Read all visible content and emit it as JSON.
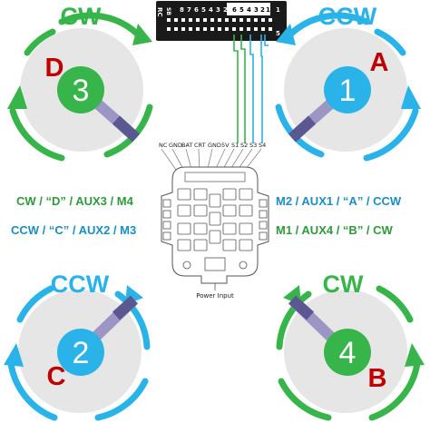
{
  "colors": {
    "green": "#38b54a",
    "green_dark": "#2e9b3a",
    "blue": "#29b3e8",
    "blue_dark": "#1b8ec2",
    "red_letter": "#c00000",
    "prop_arm": "#5b5790",
    "disc": "#e6e6e6"
  },
  "rc_header": {
    "label": "RC",
    "sb_label": "SB",
    "top_pins": [
      "8",
      "7",
      "6",
      "5",
      "4",
      "3",
      "2",
      "1"
    ],
    "highlighted_pins": [
      "6",
      "5",
      "4",
      "3",
      "2",
      "1"
    ],
    "side_marks": [
      "1",
      "5"
    ]
  },
  "motors": [
    {
      "number": "3",
      "letter": "D",
      "rotation": "CW",
      "color": "green"
    },
    {
      "number": "1",
      "letter": "A",
      "rotation": "CCW",
      "color": "blue"
    },
    {
      "number": "2",
      "letter": "C",
      "rotation": "CCW",
      "color": "blue"
    },
    {
      "number": "4",
      "letter": "B",
      "rotation": "CW",
      "color": "green"
    }
  ],
  "board": {
    "pins": [
      "NC",
      "GND",
      "BAT",
      "CRT",
      "GND",
      "5V",
      "S1",
      "S2",
      "S3",
      "S4"
    ],
    "power_label": "Power Input"
  },
  "mapping_labels": {
    "left_top": "CW / “D” / AUX3 / M4",
    "left_bottom": "CCW / “C” / AUX2 / M3",
    "right_top": "M2 / AUX1 / “A” / CCW",
    "right_bottom": "M1 / AUX4 / “B” / CW"
  }
}
